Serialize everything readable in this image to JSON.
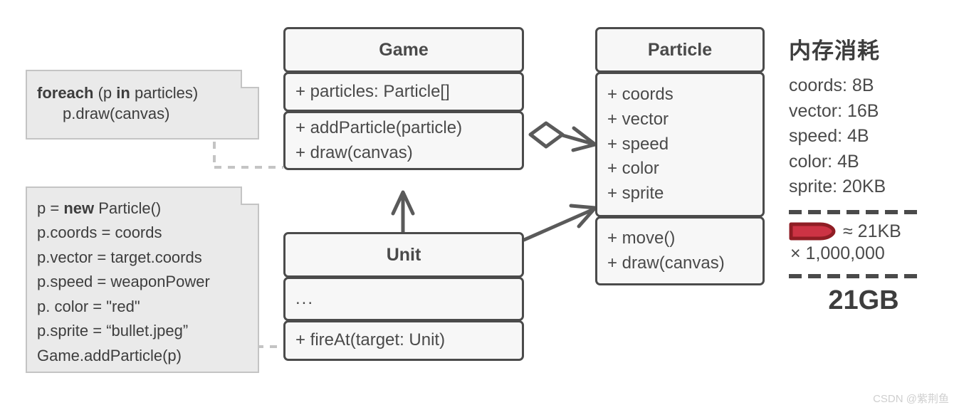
{
  "notes": [
    {
      "id": "foreach",
      "lines": [
        {
          "segments": [
            {
              "text": "foreach",
              "bold": true
            },
            {
              "text": " (p ",
              "bold": false
            },
            {
              "text": "in",
              "bold": true
            },
            {
              "text": " particles)",
              "bold": false
            }
          ]
        },
        {
          "indent": true,
          "segments": [
            {
              "text": "p.draw(canvas)",
              "bold": false
            }
          ]
        }
      ]
    },
    {
      "id": "fire",
      "lines": [
        {
          "segments": [
            {
              "text": "p = ",
              "bold": false
            },
            {
              "text": "new",
              "bold": true
            },
            {
              "text": " Particle()",
              "bold": false
            }
          ]
        },
        {
          "segments": [
            {
              "text": "p.coords = coords",
              "bold": false
            }
          ]
        },
        {
          "segments": [
            {
              "text": "p.vector = target.coords",
              "bold": false
            }
          ]
        },
        {
          "segments": [
            {
              "text": "p.speed = weaponPower",
              "bold": false
            }
          ]
        },
        {
          "segments": [
            {
              "text": "p. color = \"red\"",
              "bold": false
            }
          ]
        },
        {
          "segments": [
            {
              "text": "p.sprite = “bullet.jpeg”",
              "bold": false
            }
          ]
        },
        {
          "segments": [
            {
              "text": "Game.addParticle(p)",
              "bold": false
            }
          ]
        }
      ]
    }
  ],
  "classes": {
    "game": {
      "name": "Game",
      "attributes": [
        "+ particles: Particle[]"
      ],
      "methods": [
        "+ addParticle(particle)",
        "+ draw(canvas)"
      ]
    },
    "particle": {
      "name": "Particle",
      "attributes": [
        "+ coords",
        "+ vector",
        "+ speed",
        "+ color",
        "+ sprite"
      ],
      "methods": [
        "+ move()",
        "+ draw(canvas)"
      ]
    },
    "unit": {
      "name": "Unit",
      "attributes": [
        "..."
      ],
      "methods": [
        "+ fireAt(target: Unit)"
      ]
    }
  },
  "panel": {
    "title": "内存消耗",
    "memory_lines": [
      "coords: 8B",
      "vector: 16B",
      "speed: 4B",
      "color: 4B",
      "sprite: 20KB"
    ],
    "bullet_size": "≈ 21KB",
    "multiplier": "× 1,000,000",
    "total": "21GB"
  },
  "watermark": "CSDN @紫荆鱼",
  "colors": {
    "background": "#ffffff",
    "note_fill": "#eaeaea",
    "note_border": "#c4c4c4",
    "class_fill": "#f7f7f7",
    "class_border": "#4b4b4b",
    "text": "#4a4a4a",
    "bullet_fill": "#cc3344",
    "bullet_stroke": "#8f1d24",
    "connector": "#5a5a5a",
    "dashed_connector": "#c4c4c4"
  }
}
